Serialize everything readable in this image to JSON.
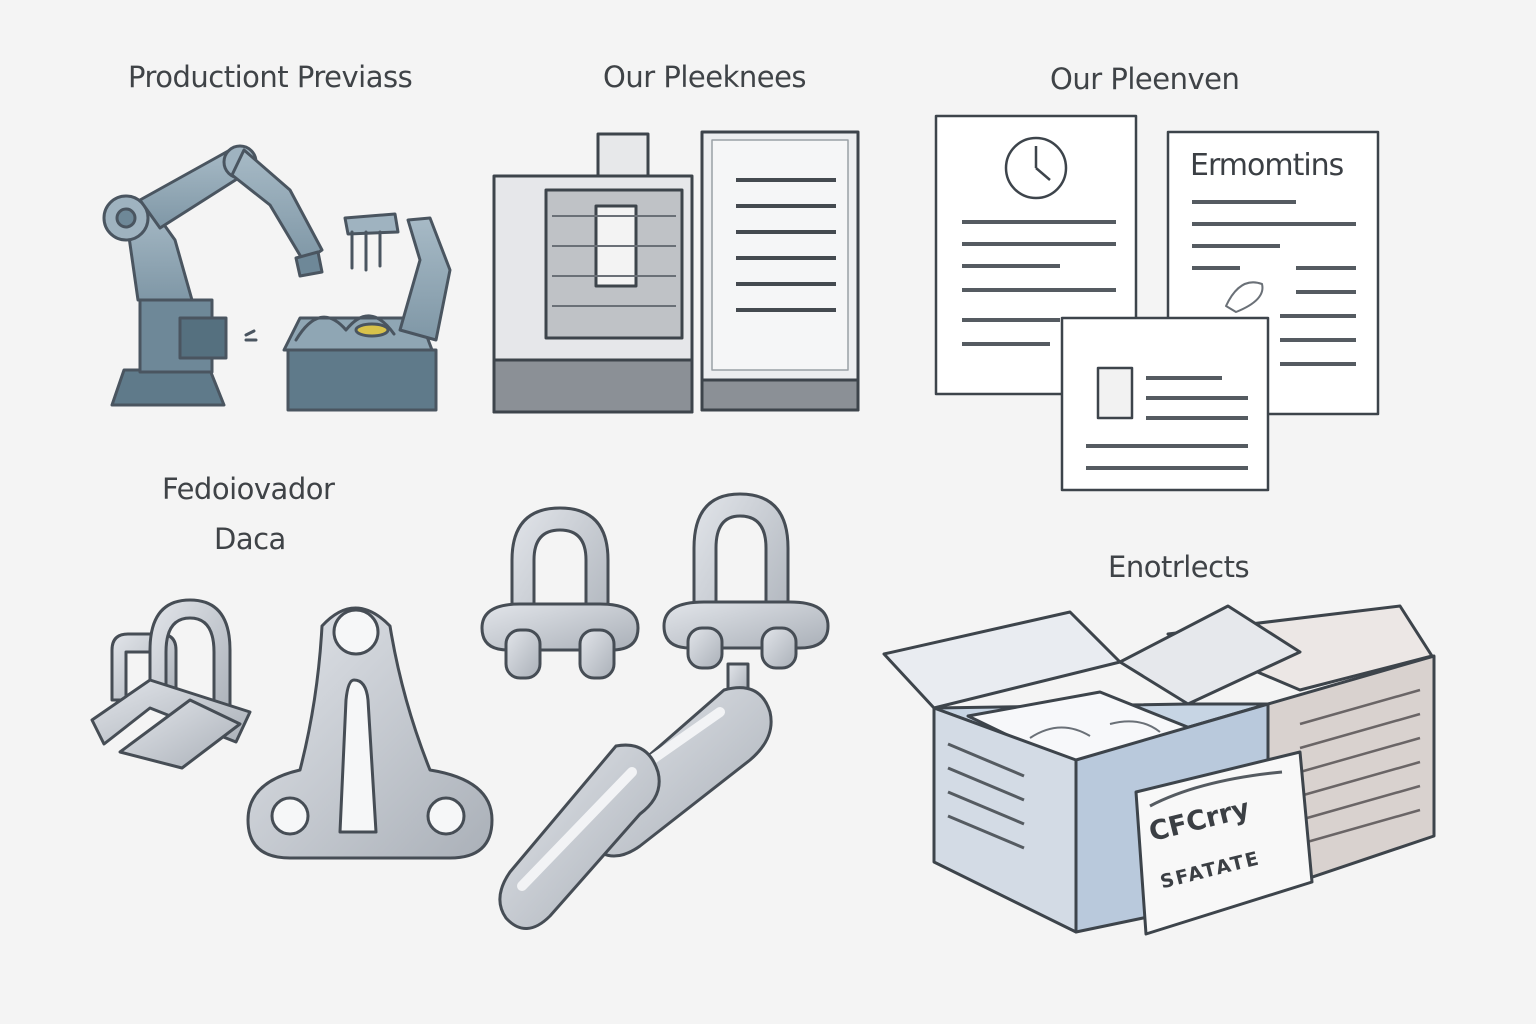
{
  "sections": {
    "production": {
      "title": "Productiont Previass"
    },
    "machines": {
      "title": "Our Pleeknees"
    },
    "documents": {
      "title": "Our Pleenven",
      "sheet_heading": "Ermomtins"
    },
    "hardware": {
      "title_line1": "Fedoiovador",
      "title_line2": "Daca"
    },
    "shipping": {
      "title": "Enotrlects",
      "box_label_line1": "CFCrry",
      "box_label_line2": "SFATATE"
    }
  },
  "colors": {
    "background": "#f4f4f4",
    "ink": "#3f4347",
    "robot_body": "#8fa6b4",
    "robot_base": "#5f7a8a",
    "steel": "#c8ccd2",
    "box_blue": "#b9c9dc",
    "box_tan": "#d9d2cf"
  }
}
